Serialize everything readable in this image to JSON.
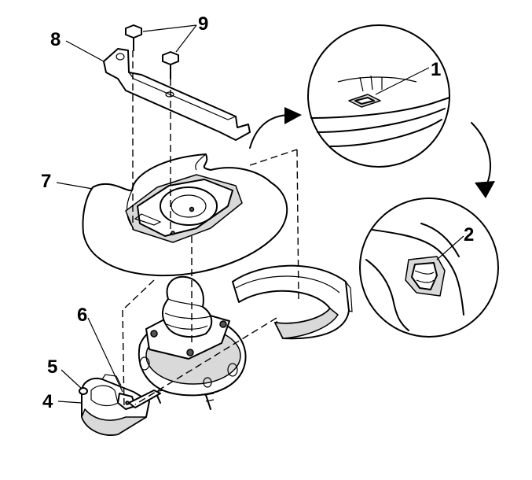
{
  "callouts": {
    "c1": "1",
    "c2": "2",
    "c4": "4",
    "c5": "5",
    "c6": "6",
    "c7": "7",
    "c8": "8",
    "c9": "9"
  }
}
